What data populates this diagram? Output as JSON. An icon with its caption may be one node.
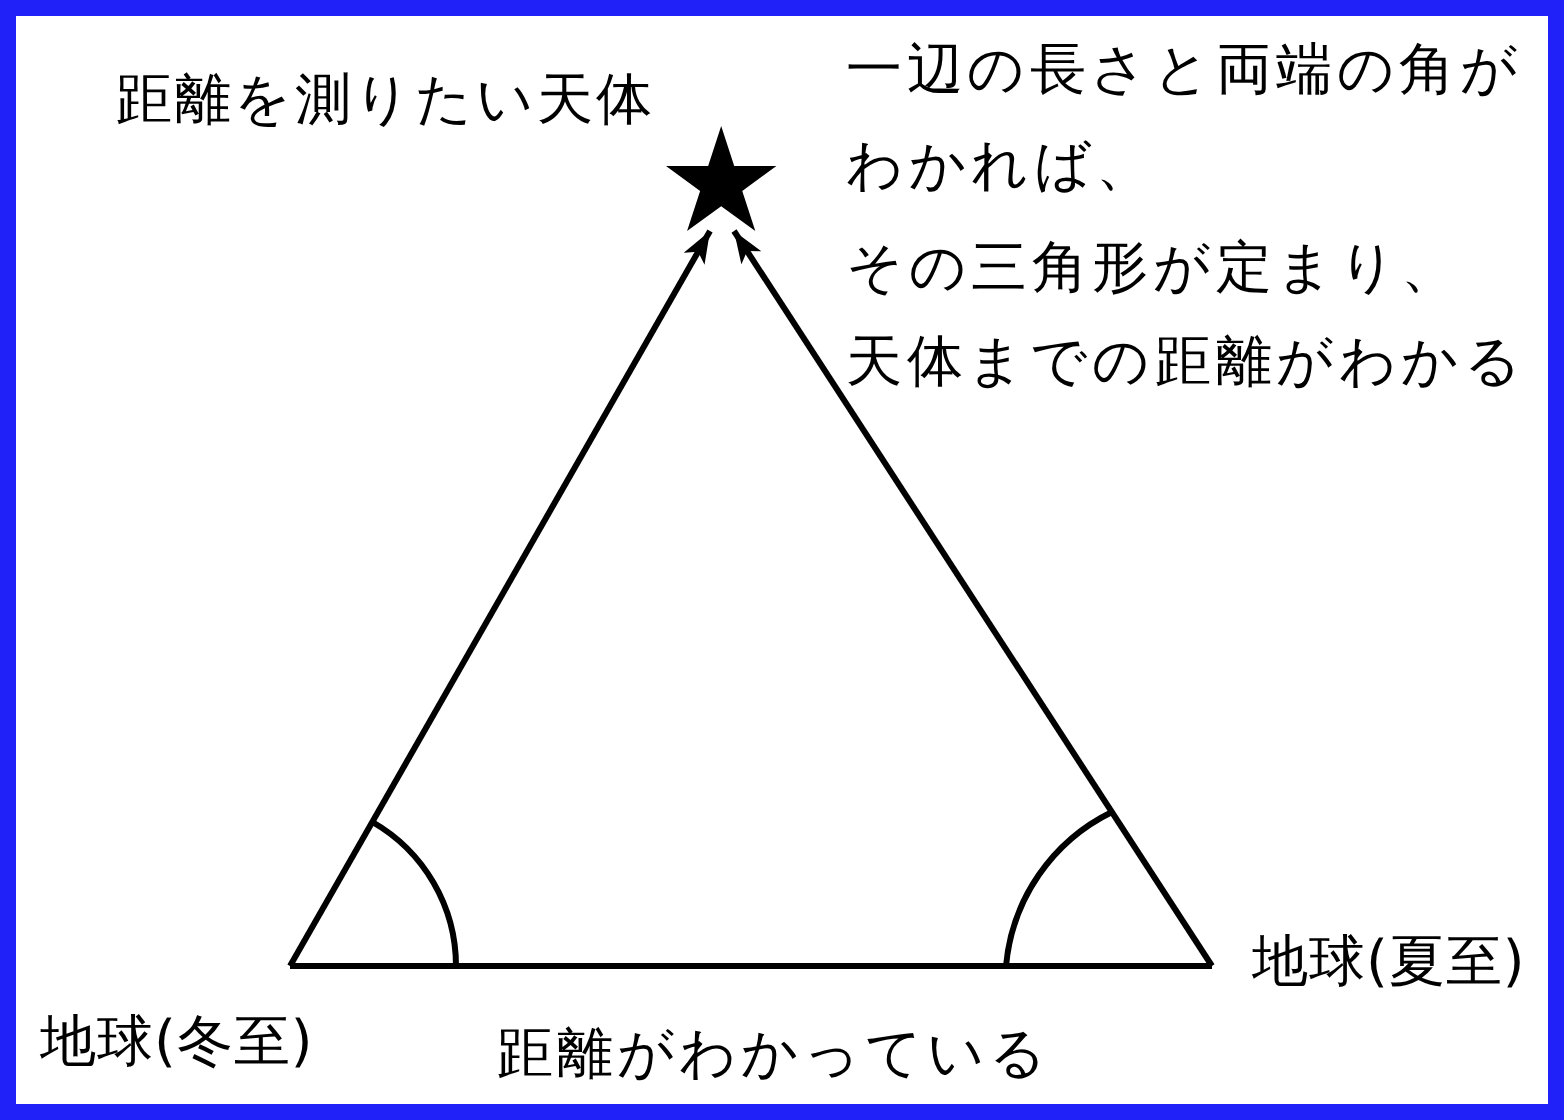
{
  "diagram": {
    "nodes": [
      {
        "text": [],
        "shape": "star",
        "beside": [
          "距離を測りたい天体"
        ]
      },
      {
        "text": [
          "地球(冬至)"
        ]
      },
      {
        "text": [
          "地球(夏至)"
        ]
      }
    ],
    "edges": [
      {
        "from": 1,
        "to": 0,
        "arrow": "to"
      },
      {
        "from": 2,
        "to": 0,
        "arrow": "to"
      },
      {
        "from": 1,
        "to": 2,
        "arrow": "none",
        "label": "距離がわかっている"
      }
    ],
    "labels": [
      "一辺の長さと両端の角がわかれば、",
      "その三角形が定まり、",
      "天体までの距離がわかる"
    ]
  }
}
